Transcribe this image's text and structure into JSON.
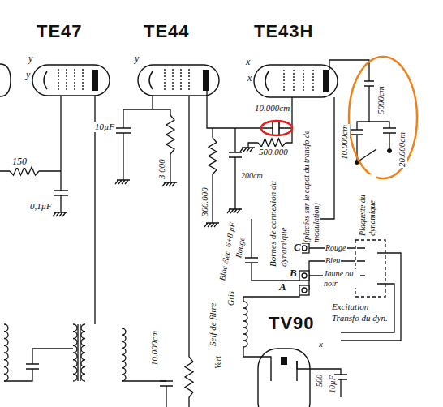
{
  "diagram": {
    "labels": [
      "TE47",
      "TE44",
      "TE43H",
      "y",
      "y",
      "y",
      "x",
      "x",
      "150",
      "0,1µF",
      "10µF",
      "3.000",
      "10.000cm",
      "500.000",
      "200cm",
      "300.000",
      "Bloc élec. 6+8 µF",
      "Rouge",
      "Bornes de connexion du dynamique",
      "(placées sur le capot du transfo de modulation)",
      "10.000cm",
      "5000cm",
      "20.000cm",
      "Plaquette du dynamique",
      "C",
      "B",
      "A",
      "Gris",
      "Rouge",
      "Bleu",
      "Jaune ou noir",
      "Excitation",
      "Transfo du dyn.",
      "Self de filtre",
      "Vert",
      "10.000cm",
      "500",
      "10µF",
      "x",
      "TV90"
    ]
  }
}
